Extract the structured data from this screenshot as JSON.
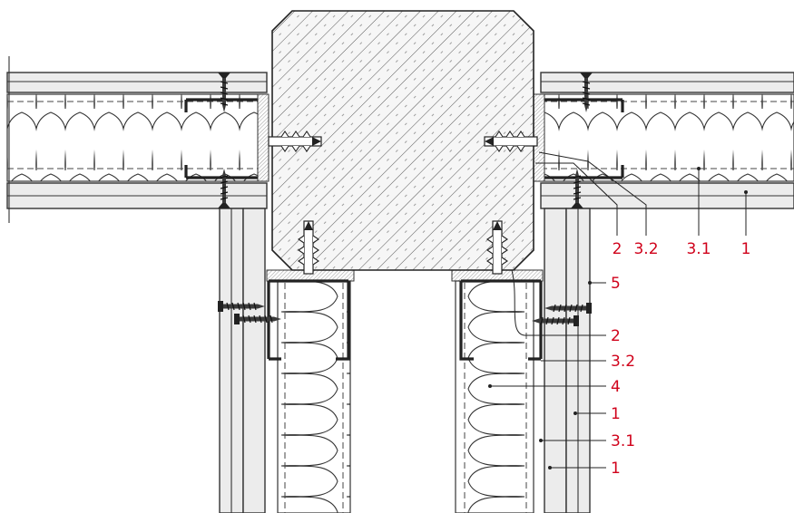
{
  "callouts": {
    "top_2": "2",
    "top_3_2": "3.2",
    "top_3_1": "3.1",
    "top_1": "1",
    "right_5": "5",
    "right_2": "2",
    "right_3_2": "3.2",
    "right_4": "4",
    "right_1a": "1",
    "right_3_1": "3.1",
    "right_1b": "1"
  },
  "colors": {
    "callout": "#d0021b",
    "line": "#222222",
    "board": "#ececec"
  }
}
